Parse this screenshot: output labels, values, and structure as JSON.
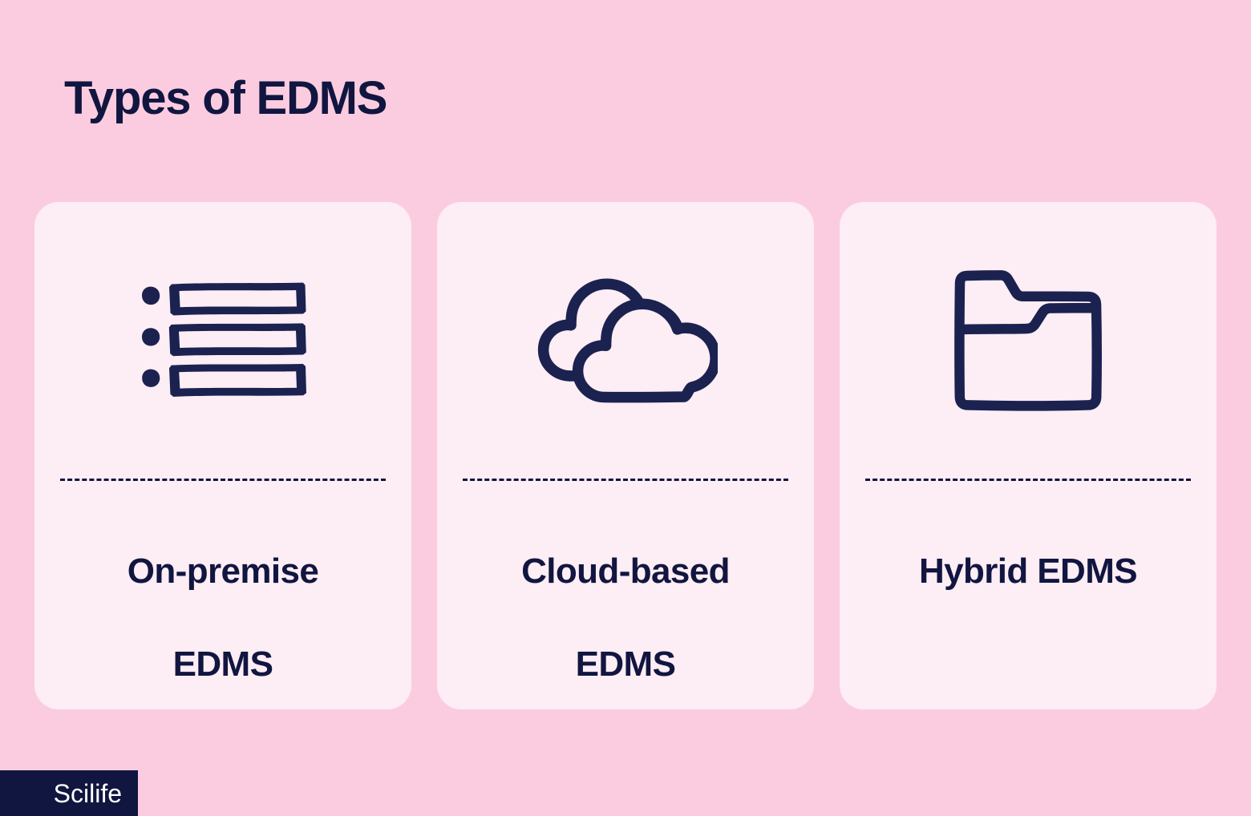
{
  "page": {
    "title": "Types of EDMS",
    "background_color": "#fbcce0",
    "card_color": "#fdedf4",
    "accent_color": "#111640"
  },
  "cards": [
    {
      "icon": "bulleted-list-icon",
      "label_line1": "On-premise",
      "label_line2": "EDMS",
      "label": "On-premise EDMS"
    },
    {
      "icon": "clouds-icon",
      "label_line1": "Cloud-based",
      "label_line2": "EDMS",
      "label": "Cloud-based EDMS"
    },
    {
      "icon": "folder-icon",
      "label_line1": "Hybrid EDMS",
      "label_line2": "",
      "label": "Hybrid EDMS"
    }
  ],
  "footer": {
    "logo_text": "Scilife"
  }
}
